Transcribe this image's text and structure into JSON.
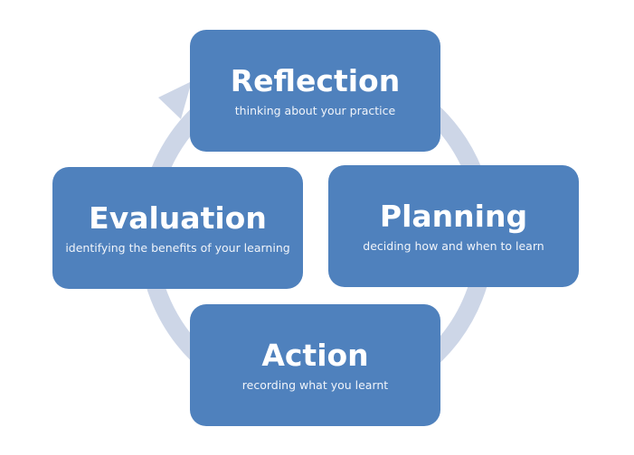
{
  "colors": {
    "box": "#4f81bd",
    "ring": "#cdd6e7",
    "text": "#ffffff"
  },
  "stages": [
    {
      "title": "Reflection",
      "subtitle": "thinking about your practice"
    },
    {
      "title": "Planning",
      "subtitle": "deciding how and when to learn"
    },
    {
      "title": "Action",
      "subtitle": "recording what you learnt"
    },
    {
      "title": "Evaluation",
      "subtitle": "identifying the benefits of your learning"
    }
  ]
}
